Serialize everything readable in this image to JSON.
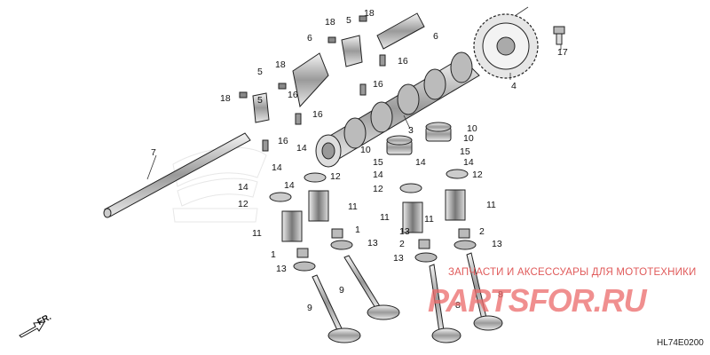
{
  "diagram_code": "HL74E0200",
  "direction_label": "FR.",
  "watermark": {
    "top_line": "ЗАПЧАСТИ И АКСЕССУАРЫ ДЛЯ МОТОТЕХНИКИ",
    "main": "PARTSFOR.RU"
  },
  "callouts": [
    "18",
    "5",
    "18",
    "5",
    "6",
    "6",
    "17",
    "18",
    "16",
    "5",
    "16",
    "4",
    "18",
    "16",
    "16",
    "3",
    "10",
    "10",
    "7",
    "16",
    "14",
    "15",
    "15",
    "10",
    "14",
    "14",
    "14",
    "12",
    "14",
    "14",
    "12",
    "12",
    "12",
    "14",
    "11",
    "11",
    "11",
    "11",
    "11",
    "2",
    "2",
    "1",
    "13",
    "13",
    "1",
    "13",
    "13",
    "13",
    "9",
    "9",
    "8",
    "8"
  ]
}
